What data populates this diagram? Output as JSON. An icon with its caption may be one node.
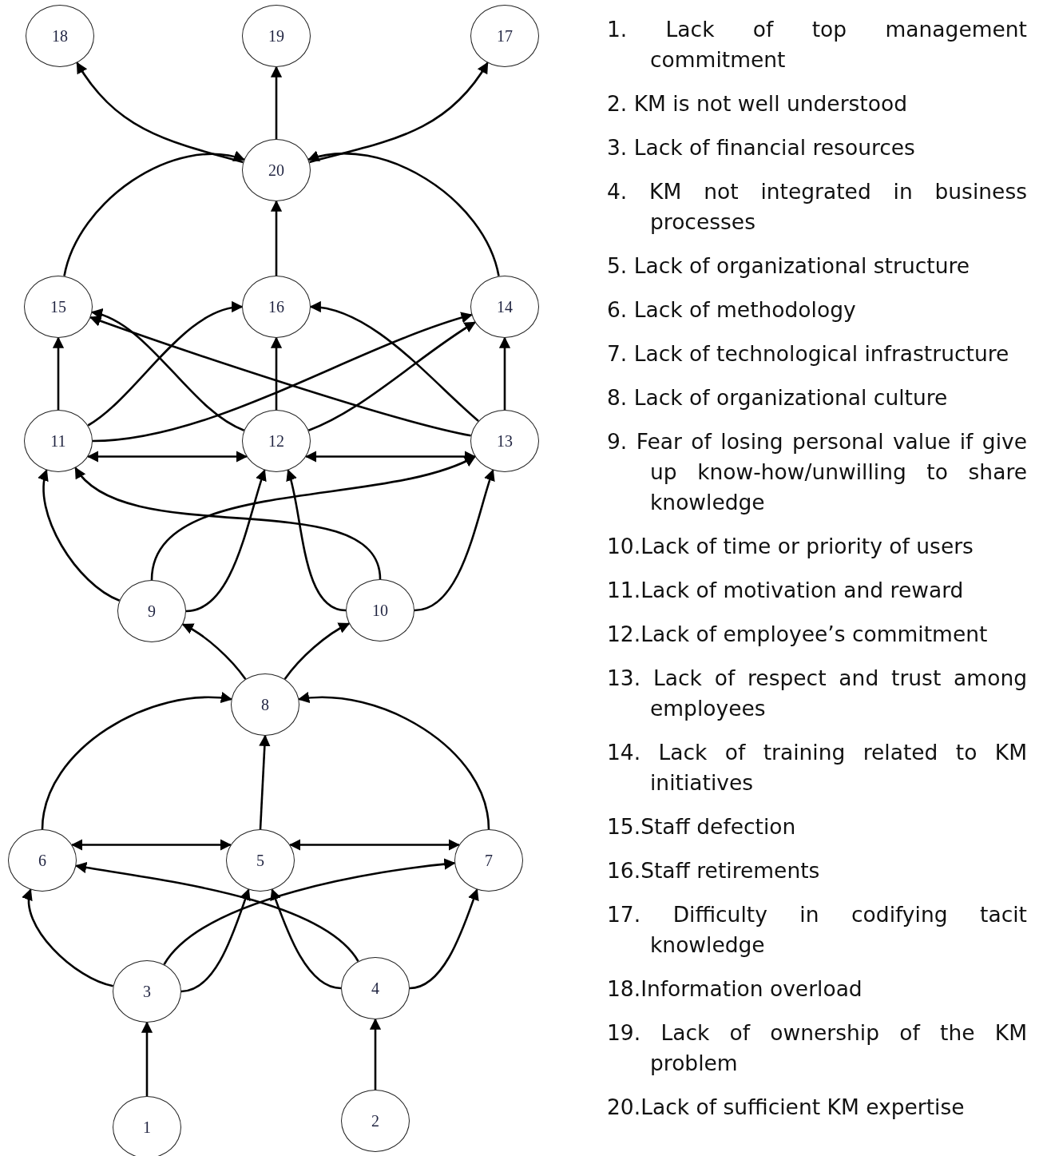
{
  "diagram": {
    "nodes": [
      {
        "text": [
          "18"
        ]
      },
      {
        "text": [
          "19"
        ]
      },
      {
        "text": [
          "17"
        ]
      },
      {
        "text": [
          "20"
        ]
      },
      {
        "text": [
          "15"
        ]
      },
      {
        "text": [
          "16"
        ]
      },
      {
        "text": [
          "14"
        ]
      },
      {
        "text": [
          "11"
        ]
      },
      {
        "text": [
          "12"
        ]
      },
      {
        "text": [
          "13"
        ]
      },
      {
        "text": [
          "9"
        ]
      },
      {
        "text": [
          "10"
        ]
      },
      {
        "text": [
          "8"
        ]
      },
      {
        "text": [
          "6"
        ]
      },
      {
        "text": [
          "5"
        ]
      },
      {
        "text": [
          "7"
        ]
      },
      {
        "text": [
          "3"
        ]
      },
      {
        "text": [
          "4"
        ]
      },
      {
        "text": [
          "1"
        ]
      },
      {
        "text": [
          "2"
        ]
      }
    ],
    "edges": [
      {
        "from": 3,
        "to": 0,
        "arrow": "to"
      },
      {
        "from": 3,
        "to": 1,
        "arrow": "to"
      },
      {
        "from": 3,
        "to": 2,
        "arrow": "to"
      },
      {
        "from": 4,
        "to": 3,
        "arrow": "to"
      },
      {
        "from": 5,
        "to": 3,
        "arrow": "to"
      },
      {
        "from": 6,
        "to": 3,
        "arrow": "to"
      },
      {
        "from": 7,
        "to": 4,
        "arrow": "to"
      },
      {
        "from": 7,
        "to": 5,
        "arrow": "to"
      },
      {
        "from": 7,
        "to": 6,
        "arrow": "to"
      },
      {
        "from": 8,
        "to": 5,
        "arrow": "to"
      },
      {
        "from": 8,
        "to": 4,
        "arrow": "to"
      },
      {
        "from": 8,
        "to": 6,
        "arrow": "to"
      },
      {
        "from": 9,
        "to": 6,
        "arrow": "to"
      },
      {
        "from": 9,
        "to": 5,
        "arrow": "to"
      },
      {
        "from": 9,
        "to": 4,
        "arrow": "to"
      },
      {
        "from": 7,
        "to": 8,
        "arrow": "both"
      },
      {
        "from": 8,
        "to": 9,
        "arrow": "both"
      },
      {
        "from": 10,
        "to": 7,
        "arrow": "to"
      },
      {
        "from": 10,
        "to": 8,
        "arrow": "to"
      },
      {
        "from": 10,
        "to": 9,
        "arrow": "to"
      },
      {
        "from": 11,
        "to": 7,
        "arrow": "to"
      },
      {
        "from": 11,
        "to": 8,
        "arrow": "to"
      },
      {
        "from": 11,
        "to": 9,
        "arrow": "to"
      },
      {
        "from": 12,
        "to": 10,
        "arrow": "to"
      },
      {
        "from": 12,
        "to": 11,
        "arrow": "to"
      },
      {
        "from": 13,
        "to": 12,
        "arrow": "to"
      },
      {
        "from": 14,
        "to": 12,
        "arrow": "to"
      },
      {
        "from": 15,
        "to": 12,
        "arrow": "to"
      },
      {
        "from": 13,
        "to": 14,
        "arrow": "both"
      },
      {
        "from": 14,
        "to": 15,
        "arrow": "both"
      },
      {
        "from": 16,
        "to": 13,
        "arrow": "to"
      },
      {
        "from": 16,
        "to": 14,
        "arrow": "to"
      },
      {
        "from": 16,
        "to": 15,
        "arrow": "to"
      },
      {
        "from": 17,
        "to": 13,
        "arrow": "to"
      },
      {
        "from": 17,
        "to": 14,
        "arrow": "to"
      },
      {
        "from": 17,
        "to": 15,
        "arrow": "to"
      },
      {
        "from": 18,
        "to": 16,
        "arrow": "to"
      },
      {
        "from": 19,
        "to": 17,
        "arrow": "to"
      }
    ],
    "labels": [
      "1. Lack of top management commitment",
      "2. KM is not well understood",
      "3. Lack of financial resources",
      "4. KM not integrated in business processes",
      "5. Lack of organizational structure",
      "6. Lack of methodology",
      "7. Lack of technological infrastructure",
      "8. Lack of organizational culture",
      "9. Fear of losing personal value if give up know-how/unwilling to share knowledge",
      "10.Lack of time or priority of users",
      "11.Lack of motivation and reward",
      "12.Lack of employee’s commitment",
      "13. Lack of respect and trust among employees",
      "14. Lack of training related to KM initiatives",
      "15.Staff defection",
      "16.Staff retirements",
      "17. Difficulty in codifying tacit knowledge",
      "18.Information overload",
      "19. Lack of ownership of the KM problem",
      "20.Lack of sufficient KM expertise"
    ]
  }
}
